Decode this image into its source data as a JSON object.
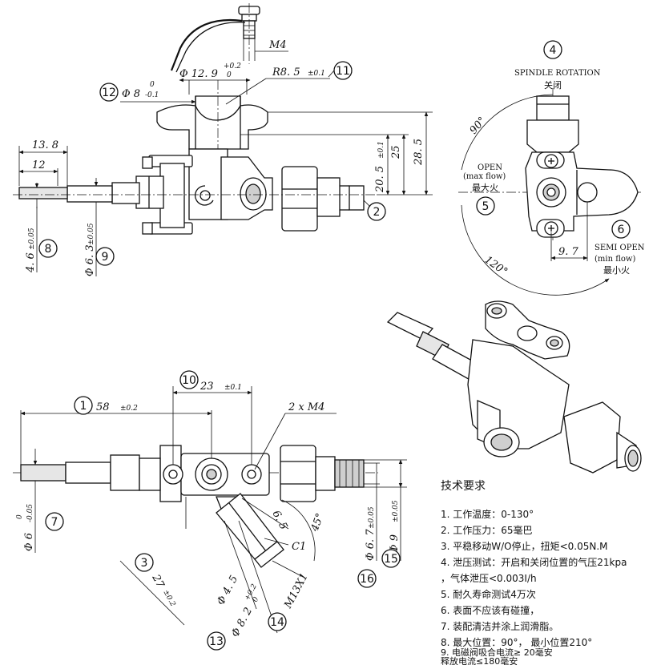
{
  "top_view": {
    "d_m4": "M4",
    "d_12_9": "Φ 12. 9",
    "d_12_9_tol_up": "+0.2",
    "d_12_9_tol_dn": "0",
    "d_r8_5": "R8. 5",
    "d_r8_5_tol": "±0.1",
    "d_phi8": "Φ 8",
    "d_phi8_tol_up": "0",
    "d_phi8_tol_dn": "-0.1",
    "d_13_8": "13. 8",
    "d_12": "12",
    "d_20_5": "20. 5",
    "d_20_5_tol": "±0.1",
    "d_25": "25",
    "d_28_5": "28. 5",
    "d_4_6": "4. 6",
    "d_4_6_tol": "±0.05",
    "d_6_3": "Φ 6. 3",
    "d_6_3_tol": "±0.05"
  },
  "rotation_view": {
    "spindle_rotation": "SPINDLE ROTATION",
    "close_cn": "关闭",
    "open": "OPEN",
    "max_flow": "(max flow)",
    "max_fire_cn": "最大火",
    "semi_open": "SEMI OPEN",
    "min_flow": "(min flow)",
    "min_fire_cn": "最小火",
    "angle_90": "90°",
    "angle_120": "120°",
    "d_9_7": "9. 7"
  },
  "front_view": {
    "d_23": "23",
    "d_23_tol": "±0.1",
    "d_58": "58",
    "d_58_tol": "±0.2",
    "d_2xm4": "2 x   M4",
    "d_phi6": "Φ 6",
    "d_phi6_tol_up": "0",
    "d_phi6_tol_dn": "-0.05",
    "d_6_5": "6. 5",
    "d_c1": "C1",
    "d_45": "45°",
    "d_27": "27",
    "d_27_tol": "±0.2",
    "d_4_5": "Φ 4. 5",
    "d_8_2": "Φ 8. 2",
    "d_8_2_tol_up": "+0.2",
    "d_8_2_tol_dn": "0",
    "d_m13": "M13X1",
    "d_6_7": "Φ 6. 7",
    "d_6_7_tol": "±0.05",
    "d_phi9": "Φ 9",
    "d_phi9_tol": "±0.05"
  },
  "balloons": {
    "b1": "1",
    "b2": "2",
    "b3": "3",
    "b4": "4",
    "b5": "5",
    "b6": "6",
    "b7": "7",
    "b8": "8",
    "b9": "9",
    "b10": "10",
    "b11": "11",
    "b12": "12",
    "b13": "13",
    "b14": "14",
    "b15": "15",
    "b16": "16"
  },
  "requirements": {
    "title": "技术要求",
    "items": [
      "1. 工作温度：0-130°",
      "2. 工作压力：65毫巴",
      "3. 平稳移动W/O停止，扭矩<0.05N.M",
      "4. 泄压测试：开启和关闭位置的气压21kpa",
      "，气体泄压<0.003I/h",
      "5. 耐久寿命测试4万次",
      "6. 表面不应该有碰撞，",
      "7. 装配清洁并涂上润滑脂。",
      "8. 最大位置：90°， 最小位置210°",
      "9. 电磁阀吸合电流≥ 20毫安",
      "释放电流≤180毫安"
    ]
  }
}
